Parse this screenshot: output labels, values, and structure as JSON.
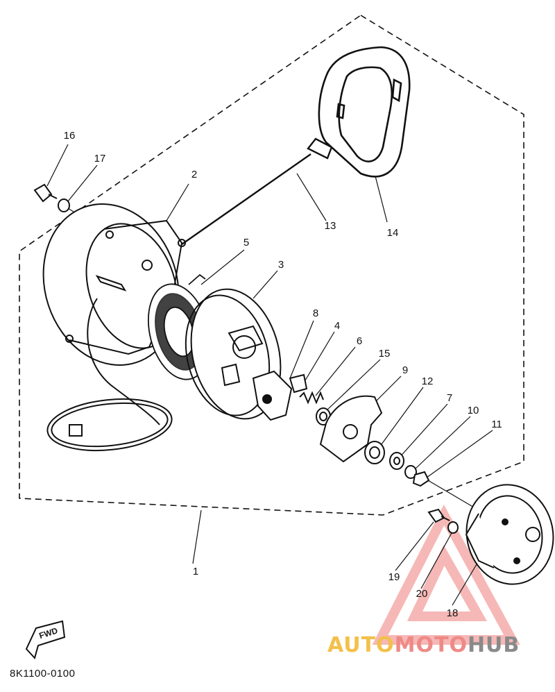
{
  "diagram": {
    "part_labels": [
      "1",
      "2",
      "3",
      "4",
      "5",
      "6",
      "7",
      "8",
      "9",
      "10",
      "11",
      "12",
      "13",
      "14",
      "15",
      "16",
      "17",
      "18",
      "19",
      "20"
    ],
    "fwd_label": "FWD",
    "catalog_code": "8K1100-0100"
  },
  "watermark": {
    "text_a": "AUTO",
    "text_b": "MOTO",
    "text_c": "HUB",
    "colors": {
      "a": "#f3c04a",
      "b": "#ee8a86",
      "c": "#8a8a8a",
      "triangle": "#f08a86"
    }
  }
}
